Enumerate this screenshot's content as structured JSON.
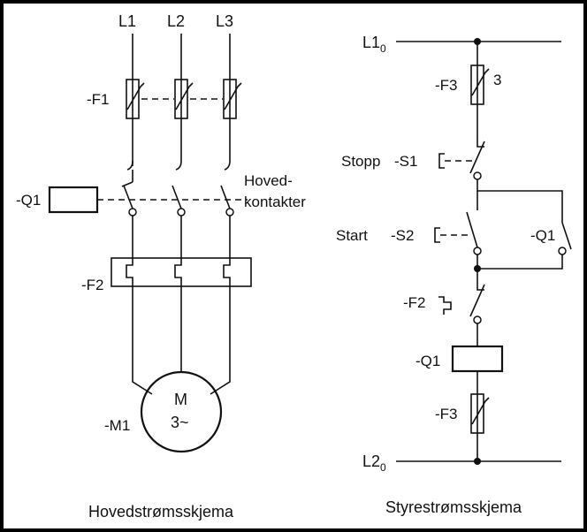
{
  "main_circuit": {
    "phase_labels": [
      "L1",
      "L2",
      "L3"
    ],
    "fuse_label": "-F1",
    "contactor_label": "-Q1",
    "contacts_caption_line1": "Hoved-",
    "contacts_caption_line2": "kontakter",
    "overload_label": "-F2",
    "motor_label": "-M1",
    "motor_symbol_line1": "M",
    "motor_symbol_line2": "3~",
    "caption": "Hovedstrømsskjema"
  },
  "control_circuit": {
    "top_rail": "L1",
    "top_rail_sub": "0",
    "bottom_rail": "L2",
    "bottom_rail_sub": "0",
    "fuse_top_label": "-F3",
    "fuse_top_tag": "3",
    "stop_text": "Stopp",
    "stop_label": "-S1",
    "start_text": "Start",
    "start_label": "-S2",
    "holding_contact_label": "-Q1",
    "overload_contact_label": "-F2",
    "coil_label": "-Q1",
    "fuse_bottom_label": "-F3",
    "caption": "Styrestrømsskjema"
  }
}
